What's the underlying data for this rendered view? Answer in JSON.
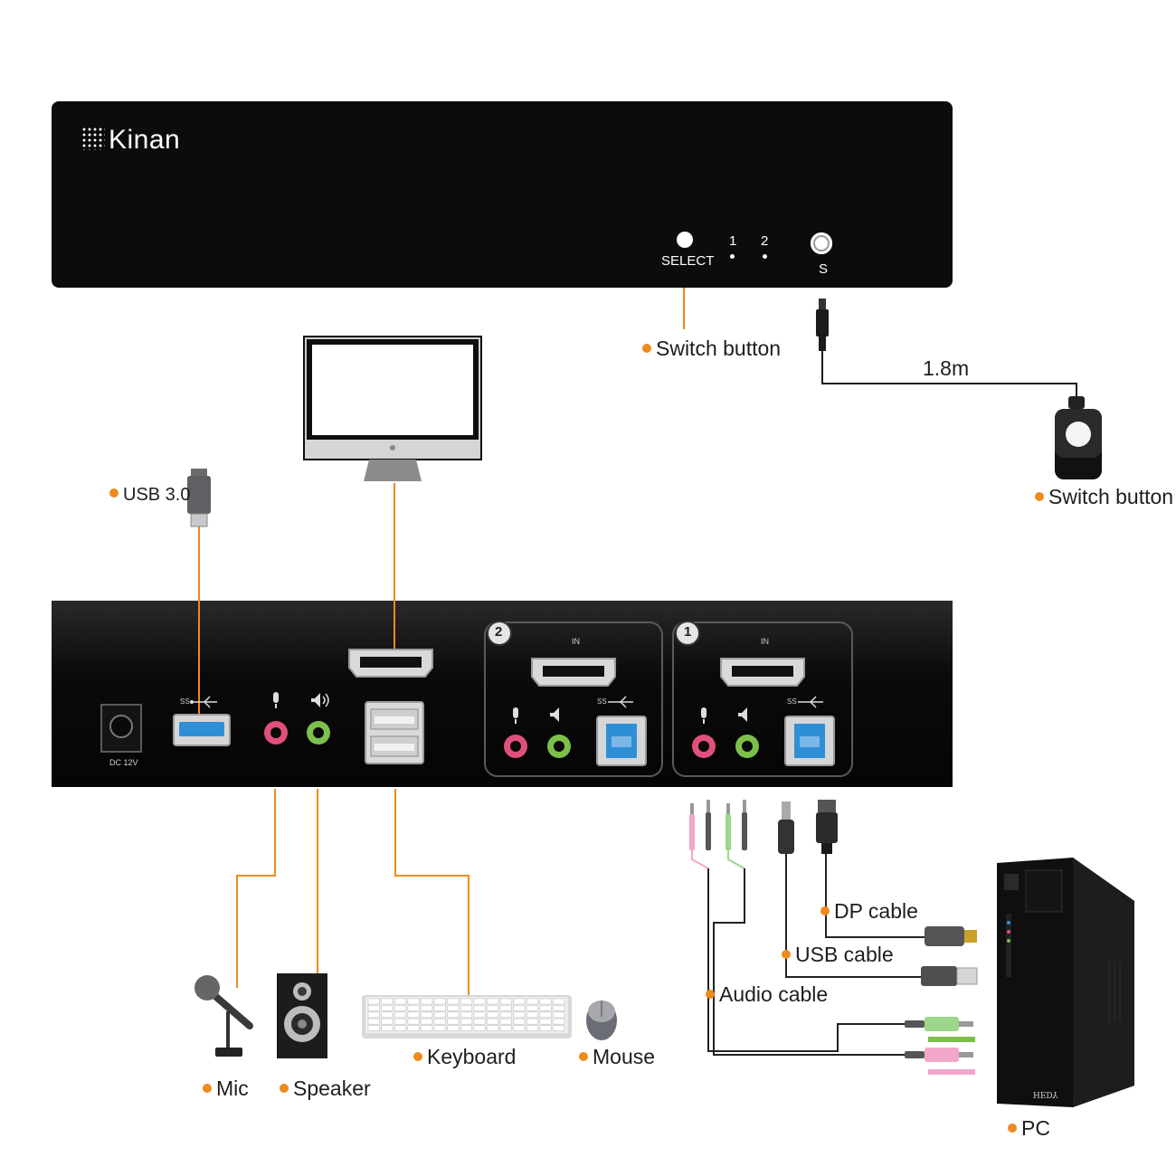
{
  "brand": {
    "name": "Kinan"
  },
  "front_panel": {
    "select_label": "SELECT",
    "port_labels": [
      "1",
      "2"
    ],
    "s_label": "S"
  },
  "back_panel": {
    "dc_label": "DC 12V",
    "port_badges": [
      "2",
      "1"
    ],
    "in_label": "IN",
    "ss_label": "SS"
  },
  "callouts": {
    "switch_button_front": "Switch button",
    "cable_length": "1.8m",
    "switch_button_remote": "Switch button",
    "usb3": "USB 3.0",
    "mic": "Mic",
    "speaker": "Speaker",
    "keyboard": "Keyboard",
    "mouse": "Mouse",
    "dp_cable": "DP cable",
    "usb_cable": "USB cable",
    "audio_cable": "Audio cable",
    "pc": "PC"
  },
  "pc_brand": "HEDY",
  "colors": {
    "accent": "#ee8a1e",
    "device_body": "#0c0c0c",
    "usb3_blue": "#2f8fd6",
    "mic_pink": "#e0507a",
    "speaker_green": "#7cc04a"
  }
}
